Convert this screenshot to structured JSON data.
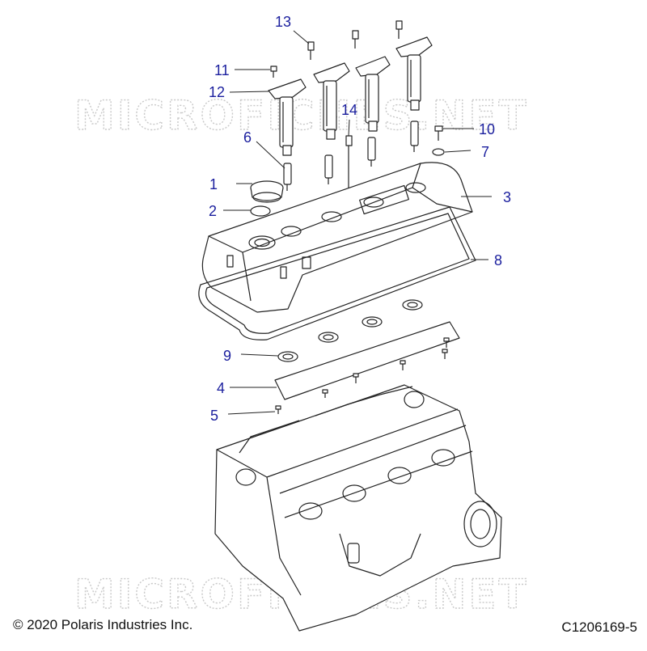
{
  "watermarks": [
    "MICROFICHES.NET",
    "MICROFICHES.NET"
  ],
  "callouts": [
    "1",
    "2",
    "3",
    "4",
    "5",
    "6",
    "7",
    "8",
    "9",
    "10",
    "11",
    "12",
    "13",
    "14"
  ],
  "footer": {
    "copyright": "© 2020 Polaris Industries Inc.",
    "figure_id": "C1206169-5"
  },
  "colors": {
    "callout": "#1b1f9e",
    "line": "#222222",
    "watermark": "#c9c9c9"
  }
}
